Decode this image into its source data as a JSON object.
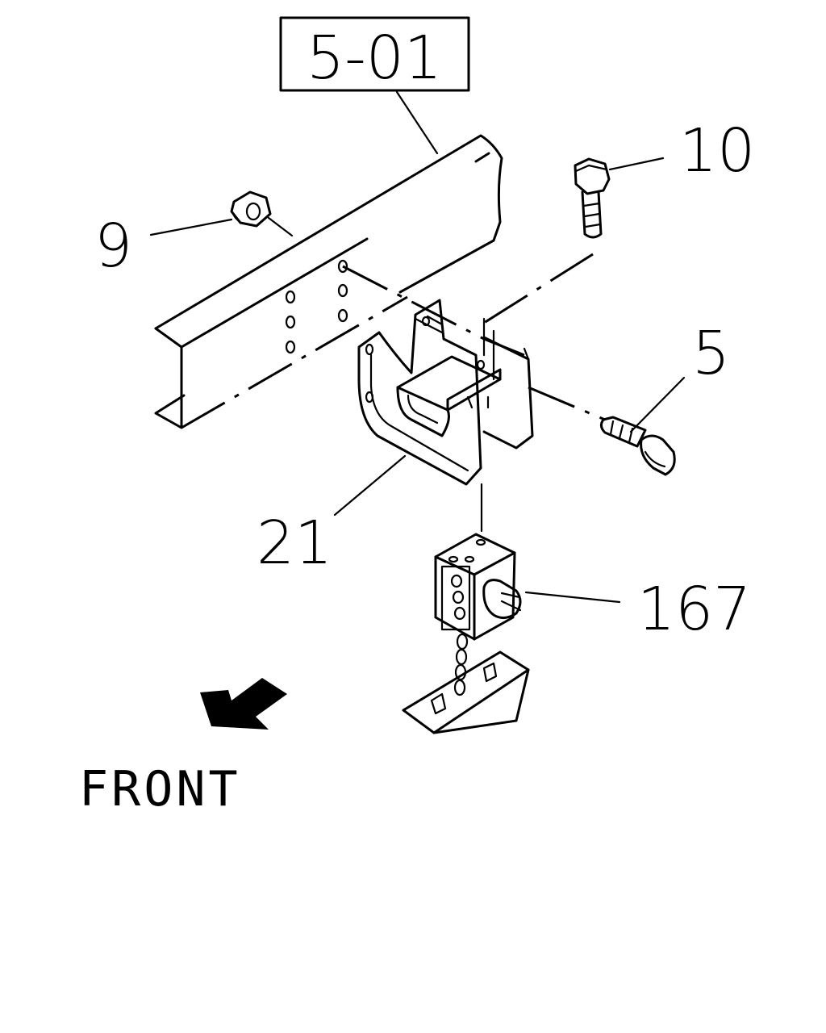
{
  "diagram": {
    "ref_box": "5-01",
    "callouts": {
      "nut": "9",
      "upper_bolt": "10",
      "side_bolt": "5",
      "bracket": "21",
      "carrier": "167"
    },
    "direction_label": "FRONT"
  }
}
